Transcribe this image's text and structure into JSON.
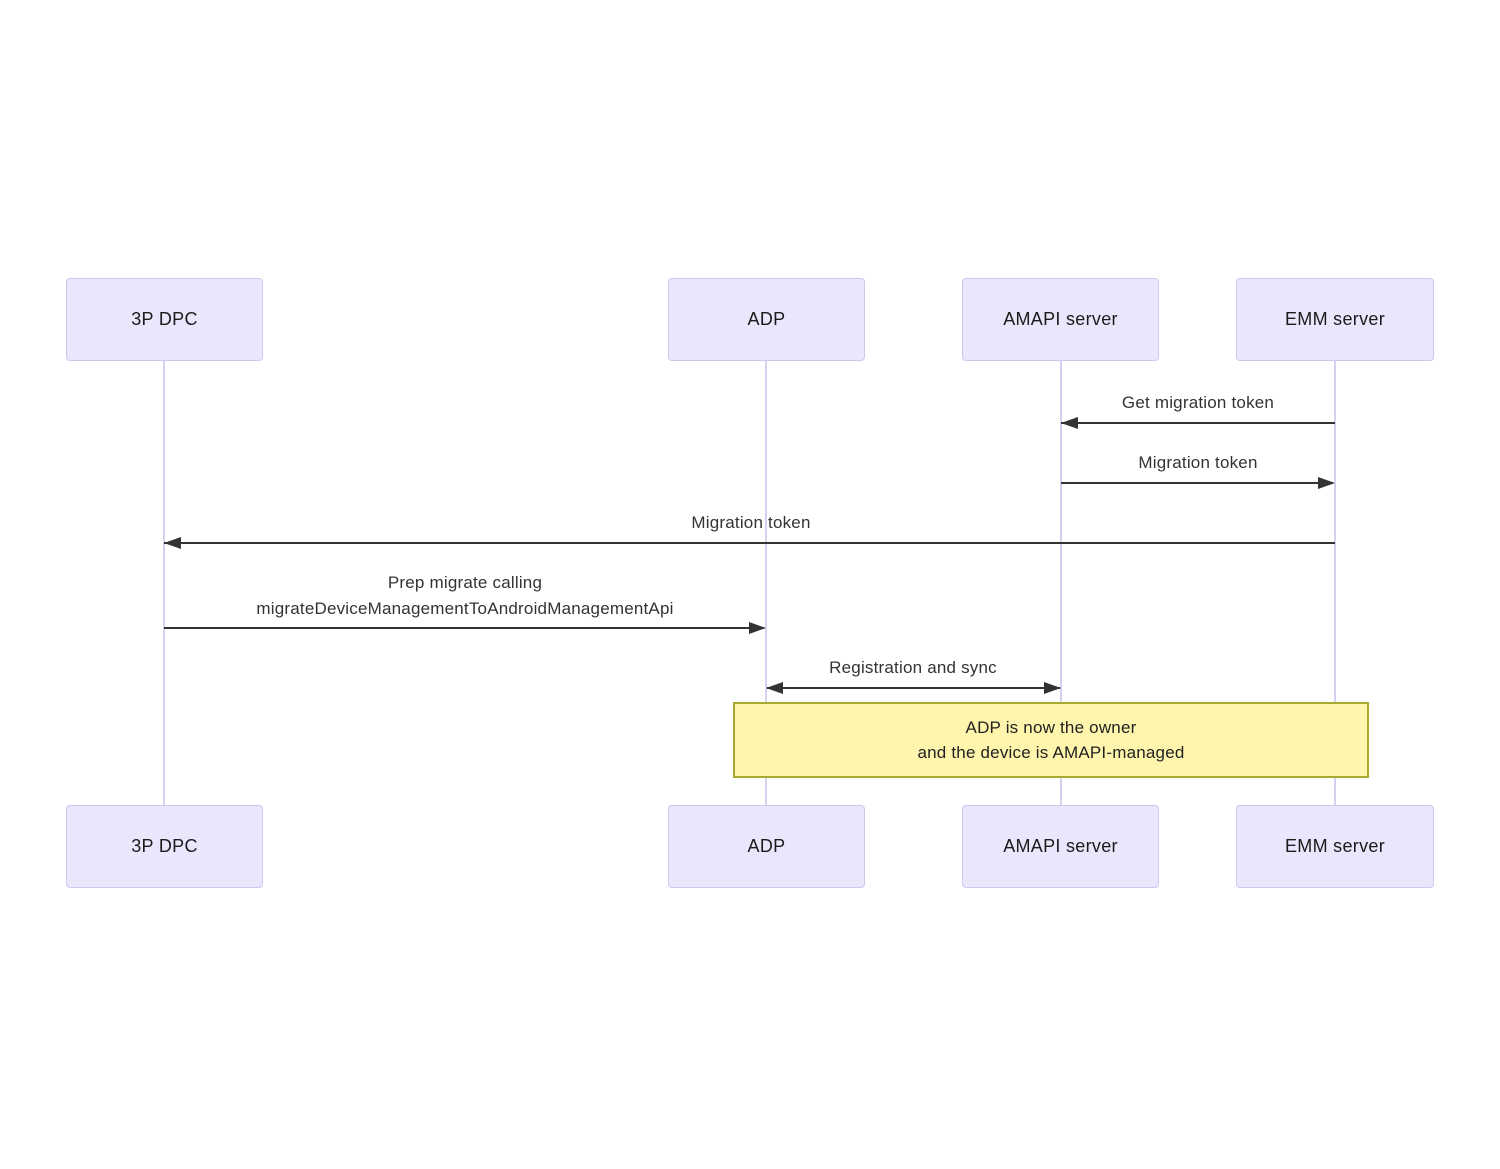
{
  "diagram_type": "sequence",
  "actors": [
    {
      "id": "3p-dpc",
      "label": "3P DPC"
    },
    {
      "id": "adp",
      "label": "ADP"
    },
    {
      "id": "amapi-server",
      "label": "AMAPI server"
    },
    {
      "id": "emm-server",
      "label": "EMM server"
    }
  ],
  "messages": [
    {
      "from": "EMM server",
      "to": "AMAPI server",
      "direction": "left",
      "label": "Get migration token"
    },
    {
      "from": "AMAPI server",
      "to": "EMM server",
      "direction": "right",
      "label": "Migration token"
    },
    {
      "from": "EMM server",
      "to": "3P DPC",
      "direction": "left",
      "label": "Migration token"
    },
    {
      "from": "3P DPC",
      "to": "ADP",
      "direction": "right",
      "label": "Prep migrate calling",
      "label_line2": "migrateDeviceManagementToAndroidManagementApi"
    },
    {
      "from": "ADP",
      "to": "AMAPI server",
      "direction": "both",
      "label": "Registration and sync"
    }
  ],
  "note": {
    "line1": "ADP is now the owner",
    "line2": "and the device is AMAPI-managed"
  },
  "colors": {
    "background": "#FFFFFF",
    "actor_fill": "#EAE7FC",
    "actor_border": "#CFC7F0",
    "lifeline": "#D8D0EE",
    "arrow": "#333333",
    "message_text": "#333333",
    "note_fill": "#FFF5AD",
    "note_border": "#AAAA33"
  }
}
